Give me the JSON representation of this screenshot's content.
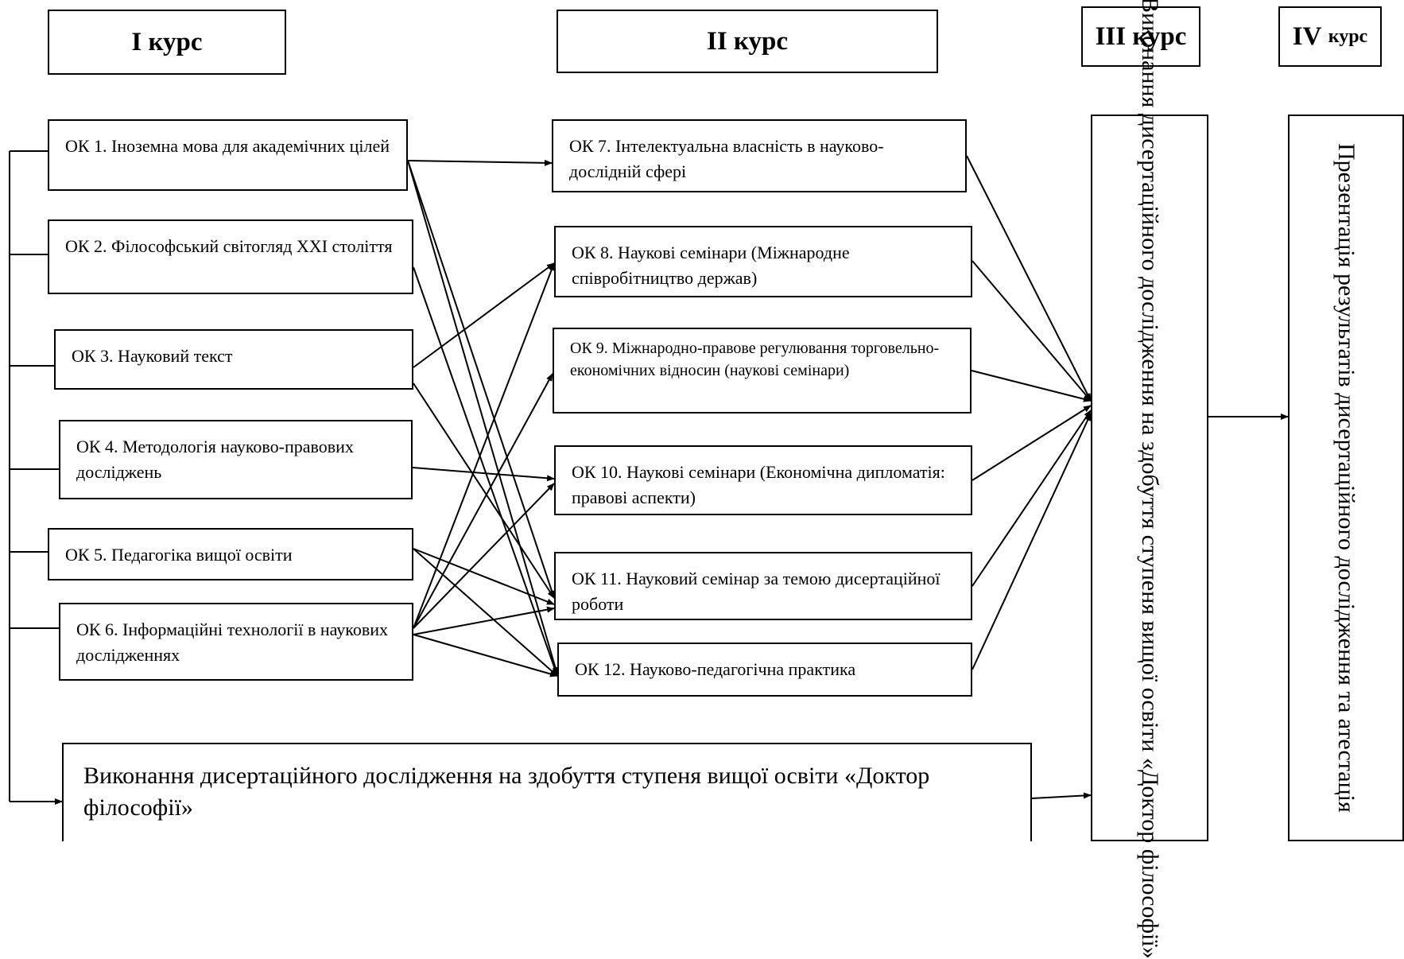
{
  "headers": {
    "c1": "І курс",
    "c2": "ІІ курс",
    "c3": "ІІІ курс",
    "c4_roman": "IV",
    "c4_word": "курс"
  },
  "year1": [
    "ОК 1. Іноземна мова для академічних цілей",
    "ОК 2. Філософський світогляд ХХІ століття",
    "ОК 3. Науковий текст",
    "ОК 4. Методологія науково-правових досліджень",
    "ОК 5. Педагогіка вищої освіти",
    "ОК 6. Інформаційні технології в наукових дослідженнях"
  ],
  "year2": [
    "ОК 7. Інтелектуальна власність в науково-дослідній сфері",
    "ОК 8. Наукові семінари (Міжнародне співробітництво держав)",
    "ОК 9. Міжнародно-правове регулювання торговельно-економічних відносин (наукові семінари)",
    "ОК 10. Наукові семінари (Економічна дипломатія: правові аспекти)",
    "ОК 11. Науковий семінар за темою дисертаційної роботи",
    "ОК 12. Науково-педагогічна практика"
  ],
  "year3_box": "Виконання дисертаційного дослідження на здобуття ступеня вищої освіти «Доктор філософії»",
  "year4_box": "Презентація результатів дисертаційного дослідження та атестація",
  "bottom_box": "Виконання дисертаційного дослідження на здобуття ступеня вищої освіти «Доктор філософії»"
}
